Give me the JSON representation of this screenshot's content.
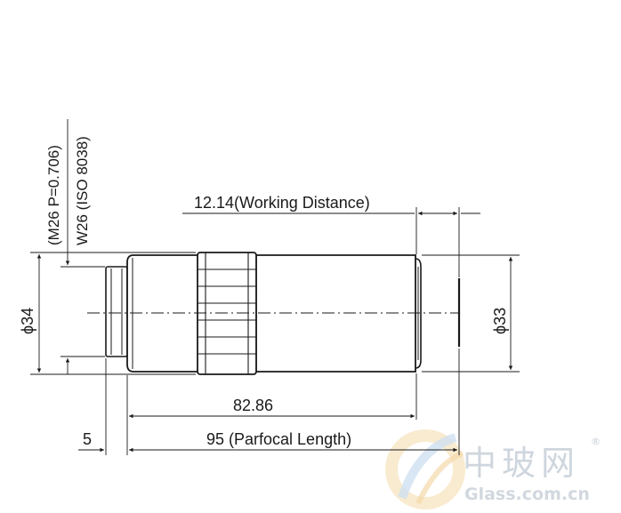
{
  "dimensions": {
    "working_distance": "12.14(Working Distance)",
    "thread_spec": "(M26 P=0.706)",
    "thread_iso": "W26 (ISO 8038)",
    "diameter_left": "ϕ34",
    "diameter_right": "ϕ33",
    "body_length": "82.86",
    "parfocal_length": "95 (Parfocal Length)",
    "thread_length": "5"
  },
  "watermark": {
    "cn_text": "中玻网",
    "domain": "Glass.com.cn",
    "registered": "®"
  },
  "colors": {
    "line": "#1a1a1a",
    "body_fill": "#ffffff",
    "watermark_text": "#cfd6de",
    "watermark_ring": "#f3d9a8",
    "watermark_blue": "#bcd3ea"
  }
}
